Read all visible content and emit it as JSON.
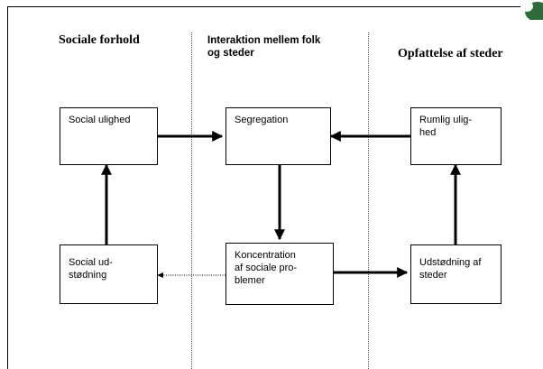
{
  "headers": {
    "left": "Sociale forhold",
    "middle_line1": "Interaktion mellem folk",
    "middle_line2": "og steder",
    "right": "Opfattelse af steder"
  },
  "boxes": {
    "social_ulighed": {
      "text": "Social ulighed"
    },
    "segregation": {
      "text": "Segregation"
    },
    "rumlig_ulighed": {
      "line1": "Rumlig ulig-",
      "line2": "hed"
    },
    "social_udstoedning": {
      "line1": "Social ud-",
      "line2": "stødning"
    },
    "koncentration": {
      "line1": "Koncentration",
      "line2": "af sociale pro-",
      "line3": "blemer"
    },
    "udstoedning_steder": {
      "line1": "Udstødning af",
      "line2": "steder"
    }
  },
  "colors": {
    "line": "#000000",
    "logo": "#2e6b3a"
  }
}
